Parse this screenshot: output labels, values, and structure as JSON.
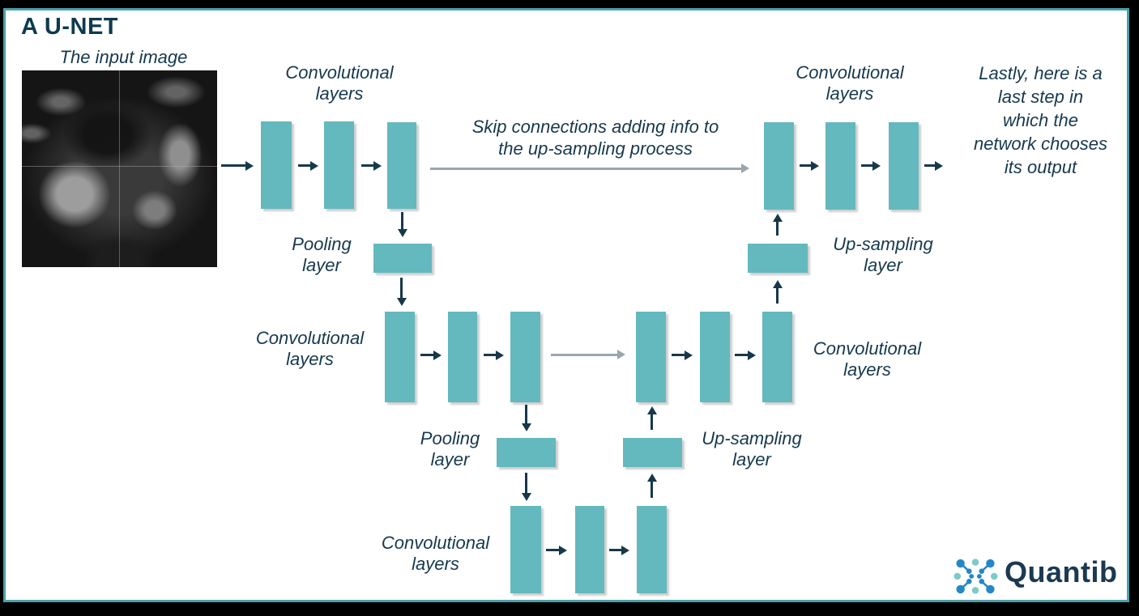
{
  "slide": {
    "title": "A U-NET",
    "input_image_caption": "The input image",
    "skip_connection_note": [
      "Skip connections adding info to",
      "the up-sampling process"
    ],
    "output_note": [
      "Lastly, here is a",
      "last step in",
      "which the",
      "network chooses",
      "its output"
    ],
    "labels": {
      "conv": [
        "Convolutional",
        "layers"
      ],
      "pool": [
        "Pooling",
        "layer"
      ],
      "upsample": [
        "Up-sampling",
        "layer"
      ]
    },
    "logo_text": "Quantib",
    "colors": {
      "block_fill": "#63b9be",
      "arrow": "#17384a",
      "skip_arrow": "#9aa5ad",
      "text": "#16394d",
      "title_text": "#0d3b4f",
      "frame_line": "#4da1a9",
      "frame_outer": "#000000",
      "logo_blue": "#2388c5",
      "logo_teal": "#7ecac8",
      "logo_text": "#1b3950"
    }
  }
}
